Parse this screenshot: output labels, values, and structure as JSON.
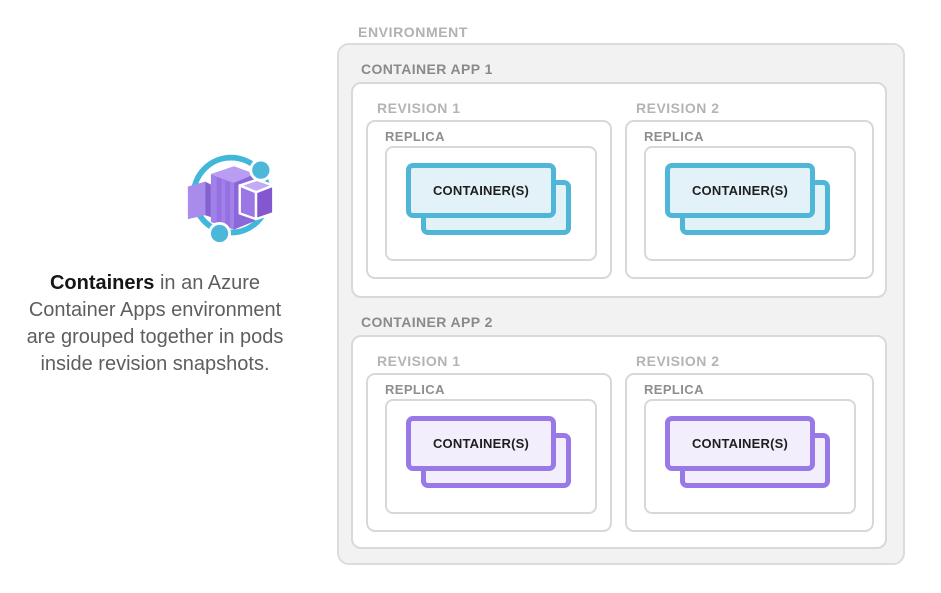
{
  "legend": {
    "icon": "azure-containers-icon",
    "icon_colors": {
      "orbit": "#41b7da",
      "dots": "#4cb7d8",
      "cube_light": "#b89df2",
      "cube_mid": "#a181e9",
      "cube_dark": "#8c67da"
    },
    "caption": {
      "bold_lead": "Containers",
      "line1_rest": " in an Azure",
      "line2": "Container Apps environment",
      "line3": "are grouped together in pods",
      "line4": "inside revision snapshots."
    }
  },
  "diagram": {
    "environment_label": "ENVIRONMENT",
    "apps": [
      {
        "label": "CONTAINER APP 1",
        "accent_color": "#4fb6d8",
        "container_fill": "#e3f2f9",
        "revisions": [
          {
            "label": "REVISION 1",
            "replica_label": "REPLICA",
            "container_label": "CONTAINER(S)"
          },
          {
            "label": "REVISION 2",
            "replica_label": "REPLICA",
            "container_label": "CONTAINER(S)"
          }
        ]
      },
      {
        "label": "CONTAINER APP 2",
        "accent_color": "#9879e7",
        "container_fill": "#f3eefc",
        "revisions": [
          {
            "label": "REVISION 1",
            "replica_label": "REPLICA",
            "container_label": "CONTAINER(S)"
          },
          {
            "label": "REVISION 2",
            "replica_label": "REPLICA",
            "container_label": "CONTAINER(S)"
          }
        ]
      }
    ]
  }
}
